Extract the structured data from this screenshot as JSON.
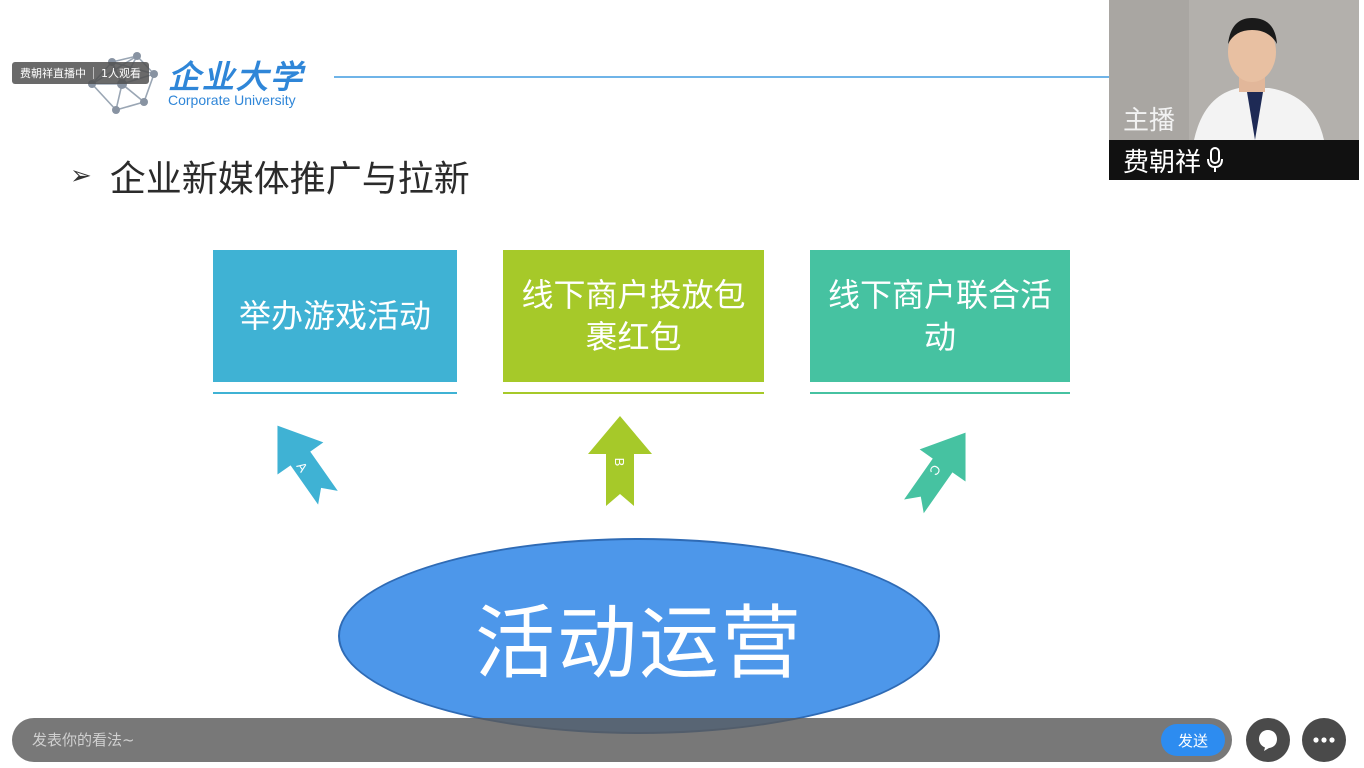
{
  "live": {
    "status": "费朝祥直播中",
    "viewers": "1人观看"
  },
  "logo": {
    "title": "企业大学",
    "subtitle": "Corporate University",
    "icon": "network-globe-icon"
  },
  "slide": {
    "heading_bullet": "➢",
    "heading": "企业新媒体推广与拉新",
    "boxes": [
      {
        "label": "举办游戏活动",
        "color": "#3fb2d4",
        "arrow_letter": "A"
      },
      {
        "label": "线下商户投放包裹红包",
        "color": "#a6c929",
        "arrow_letter": "B"
      },
      {
        "label": "线下商户联合活动",
        "color": "#46c2a1",
        "arrow_letter": "C"
      }
    ],
    "center": "活动运营",
    "center_color": "#4d97ea"
  },
  "presenter": {
    "role": "主播",
    "name": "费朝祥",
    "mic_icon": "microphone-icon"
  },
  "comment": {
    "placeholder": "发表你的看法~",
    "send_label": "发送",
    "buttons": [
      "chat-bubble-icon",
      "more-icon"
    ]
  }
}
